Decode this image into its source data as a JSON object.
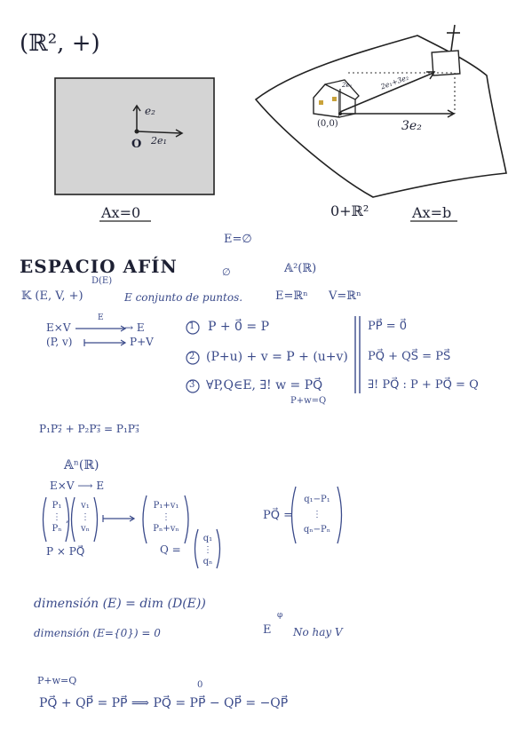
{
  "top": {
    "group_label": "(ℝ², +)",
    "gray_box": {
      "e2": "e₂",
      "origin": "O",
      "e1": "2e₁"
    },
    "caption_left": "Ax=0",
    "sketch": {
      "origin_label": "(0,0)",
      "arrow_label": "2e₁+3e₂",
      "x_label": "3e₂",
      "small_label": "2e₁",
      "under_label": "0+ℝ²"
    },
    "caption_right": "Ax=b"
  },
  "affine": {
    "empty_eq": "E=∅",
    "title": "ESPACIO AFÍN",
    "phi_small": "∅",
    "a2": "𝔸²(ℝ)",
    "de": "D(E)",
    "k_line_left": "𝕂  (E, V, +)",
    "k_line_mid": "E conjunto de puntos.",
    "e_rn": "E=ℝⁿ",
    "v_rn": "V=ℝⁿ",
    "map_top": "E×V",
    "map_top_arrow": "E",
    "map_top_target": "→ E",
    "map_bottom": "(P, v)",
    "map_bottom_target": "P+V",
    "axioms": [
      {
        "num": "1",
        "text": "P + 0⃗ = P"
      },
      {
        "num": "2",
        "text": "(P+u) + v = P + (u+v)"
      },
      {
        "num": "3",
        "text": "∀P,Q∈E, ∃! w = PQ⃗"
      }
    ],
    "axiom3_sub": "P+w=Q",
    "right_col": [
      "PP⃗ = 0⃗",
      "PQ⃗ + QS⃗ = PS⃗",
      "∃! PQ⃗ : P + PQ⃗ = Q"
    ],
    "chasles": "P₁P₂⃗ + P₂P₃⃗ = P₁P₃⃗"
  },
  "an": {
    "title": "𝔸ⁿ(ℝ)",
    "map": "E×V ⟶ E",
    "p_col": [
      "P₁",
      "⋮",
      "Pₙ"
    ],
    "v_col": [
      "v₁",
      "⋮",
      "vₙ"
    ],
    "sum_col": [
      "P₁+v₁",
      "⋮",
      "Pₙ+vₙ"
    ],
    "bottom": "P  × PQ⃗",
    "q_label": "Q =",
    "q_col": [
      "q₁",
      "⋮",
      "qₙ"
    ],
    "pq_label": "PQ⃗ =",
    "pq_col": [
      "q₁−P₁",
      "⋮",
      "qₙ−Pₙ"
    ]
  },
  "dims": {
    "line1": "dimensión (E) = dim (D(E))",
    "line2": "dimensión (E={0}) = 0",
    "note_phi": "φ",
    "note_e": "E",
    "note_text": "No hay V"
  },
  "final": {
    "pw": "P+w=Q",
    "zero": "0",
    "eq": "PQ⃗ + QP⃗ = PP⃗  ⟹  PQ⃗ = PP⃗ − QP⃗ = −QP⃗"
  }
}
